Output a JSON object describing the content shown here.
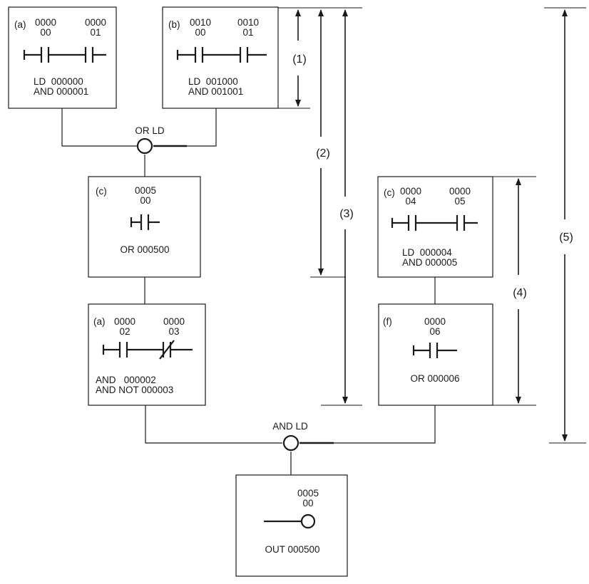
{
  "colors": {
    "line": "#1a1a1a",
    "background": "#ffffff"
  },
  "blocks": {
    "a1": {
      "tag": "(a)",
      "addr1_top": "0000",
      "addr1_bot": "00",
      "addr2_top": "0000",
      "addr2_bot": "01",
      "line1": "LD  000000",
      "line2": "AND 000001"
    },
    "b": {
      "tag": "(b)",
      "addr1_top": "0010",
      "addr1_bot": "00",
      "addr2_top": "0010",
      "addr2_bot": "01",
      "line1": "LD  001000",
      "line2": "AND 001001"
    },
    "c1": {
      "tag": "(c)",
      "addr_top": "0005",
      "addr_bot": "00",
      "line1": "OR 000500"
    },
    "a2": {
      "tag": "(a)",
      "addr1_top": "0000",
      "addr1_bot": "02",
      "addr2_top": "0000",
      "addr2_bot": "03",
      "line1": "AND   000002",
      "line2": "AND NOT 000003"
    },
    "c2": {
      "tag": "(c)",
      "addr1_top": "0000",
      "addr1_bot": "04",
      "addr2_top": "0000",
      "addr2_bot": "05",
      "line1": "LD  000004",
      "line2": "AND 000005"
    },
    "f": {
      "tag": "(f)",
      "addr_top": "0000",
      "addr_bot": "06",
      "line1": "OR 000006"
    },
    "out": {
      "addr_top": "0005",
      "addr_bot": "00",
      "line1": "OUT 000500"
    }
  },
  "junctions": {
    "or_ld": "OR LD",
    "and_ld": "AND LD"
  },
  "dimensions": {
    "d1": "(1)",
    "d2": "(2)",
    "d3": "(3)",
    "d4": "(4)",
    "d5": "(5)"
  }
}
